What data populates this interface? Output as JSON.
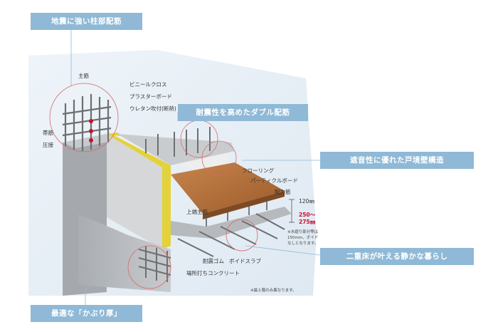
{
  "banners": {
    "pillar": "地震に強い柱部配筋",
    "double": "耐震性を高めたダブル配筋",
    "wall": "遮音性に優れた戸境壁構造",
    "floor": "二重床が叶える静かな暮らし",
    "cover": "最適な「かぶり厚」"
  },
  "labels": {
    "main_bar": "主筋",
    "hoop": "帯筋",
    "weld": "圧接",
    "vinyl_cloth": "ビニールクロス",
    "plaster_board": "プラスターボード",
    "urethane": "ウレタン吹付(断熱)",
    "flooring": "フローリング",
    "particle_board": "パーティクルボード",
    "distribution_bar": "配力筋",
    "top_main_bar": "上端主筋",
    "thickness_120": "120㎜",
    "thickness_250": "250〜",
    "thickness_275": "275㎜",
    "rubber": "耐震ゴム",
    "void_slab": "ボイドスラブ",
    "concrete": "場所打ちコンクリート"
  },
  "notes": {
    "void_note": "※水廻り部分等は\n150mm、ボイド\nなしとなります。",
    "bottom_note": "※最上階のみ異なります。"
  },
  "colors": {
    "banner": "#8fb9d6",
    "accent_red": "#c8102e",
    "concrete": "#b9bcbf",
    "floor": "#b8703a",
    "insulation": "#e3d23a"
  }
}
